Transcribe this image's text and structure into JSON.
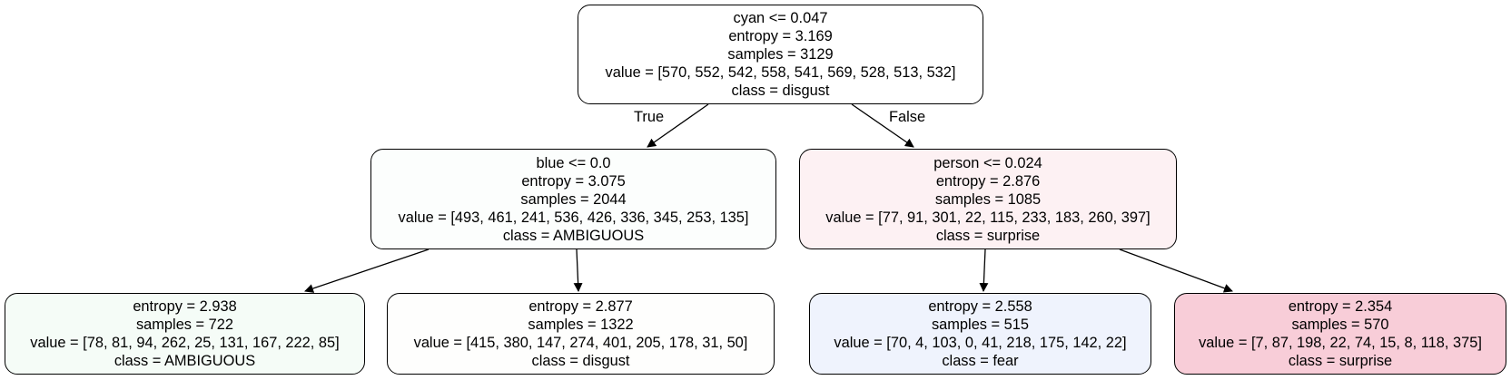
{
  "tree": {
    "nodes": [
      {
        "id": "n0",
        "fill": "#ffffff",
        "lines": [
          "cyan <= 0.047",
          "entropy = 3.169",
          "samples = 3129",
          "value = [570, 552, 542, 558, 541, 569, 528, 513, 532]",
          "class = disgust"
        ]
      },
      {
        "id": "n1",
        "fill": "#fcfefd",
        "lines": [
          "blue <= 0.0",
          "entropy = 3.075",
          "samples = 2044",
          "value = [493, 461, 241, 536, 426, 336, 345, 253, 135]",
          "class = AMBIGUOUS"
        ]
      },
      {
        "id": "n2",
        "fill": "#fdf1f3",
        "lines": [
          "person <= 0.024",
          "entropy = 2.876",
          "samples = 1085",
          "value = [77, 91, 301, 22, 115, 233, 183, 260, 397]",
          "class = surprise"
        ]
      },
      {
        "id": "n3",
        "fill": "#f5fcf7",
        "lines": [
          "entropy = 2.938",
          "samples = 722",
          "value = [78, 81, 94, 262, 25, 131, 167, 222, 85]",
          "class = AMBIGUOUS"
        ]
      },
      {
        "id": "n4",
        "fill": "#fefefd",
        "lines": [
          "entropy = 2.877",
          "samples = 1322",
          "value = [415, 380, 147, 274, 401, 205, 178, 31, 50]",
          "class = disgust"
        ]
      },
      {
        "id": "n5",
        "fill": "#eff3fd",
        "lines": [
          "entropy = 2.558",
          "samples = 515",
          "value = [70, 4, 103, 0, 41, 218, 175, 142, 22]",
          "class = fear"
        ]
      },
      {
        "id": "n6",
        "fill": "#f8cdd8",
        "lines": [
          "entropy = 2.354",
          "samples = 570",
          "value = [7, 87, 198, 22, 74, 15, 8, 118, 375]",
          "class = surprise"
        ]
      }
    ],
    "edges": [
      {
        "from": "n0",
        "to": "n1"
      },
      {
        "from": "n0",
        "to": "n2"
      },
      {
        "from": "n1",
        "to": "n3"
      },
      {
        "from": "n1",
        "to": "n4"
      },
      {
        "from": "n2",
        "to": "n5"
      },
      {
        "from": "n2",
        "to": "n6"
      }
    ],
    "edge_labels": {
      "true": "True",
      "false": "False"
    }
  }
}
